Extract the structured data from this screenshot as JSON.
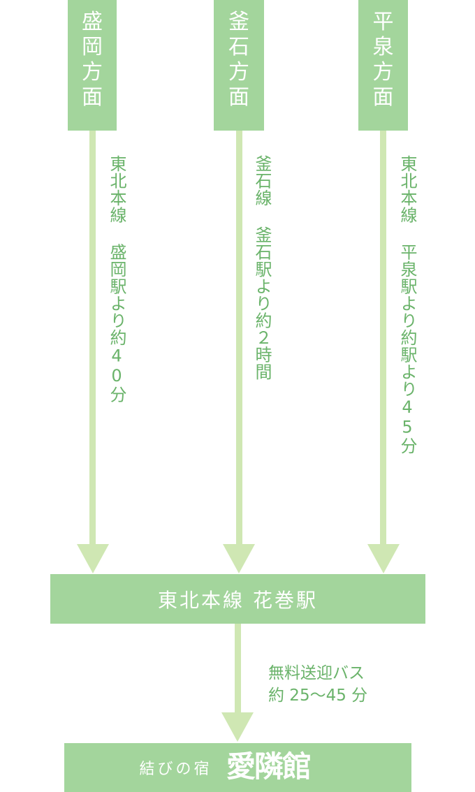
{
  "origins": [
    {
      "label": "盛岡方面",
      "route": "東北本線 盛岡駅より約40分"
    },
    {
      "label": "釜石方面",
      "route": "釜石線 釜石駅より約２時間"
    },
    {
      "label": "平泉方面",
      "route": "東北本線 平泉駅より約駅より45分"
    }
  ],
  "station": {
    "label": "東北本線 花巻駅"
  },
  "bus": {
    "line1": "無料送迎バス",
    "line2": "約 25〜45 分"
  },
  "destination": {
    "label": "結びの宿",
    "logo_text": "愛隣館"
  },
  "colors": {
    "box": "#a3d59c",
    "arrow": "#cfe7b3",
    "text": "#6ab36a"
  }
}
